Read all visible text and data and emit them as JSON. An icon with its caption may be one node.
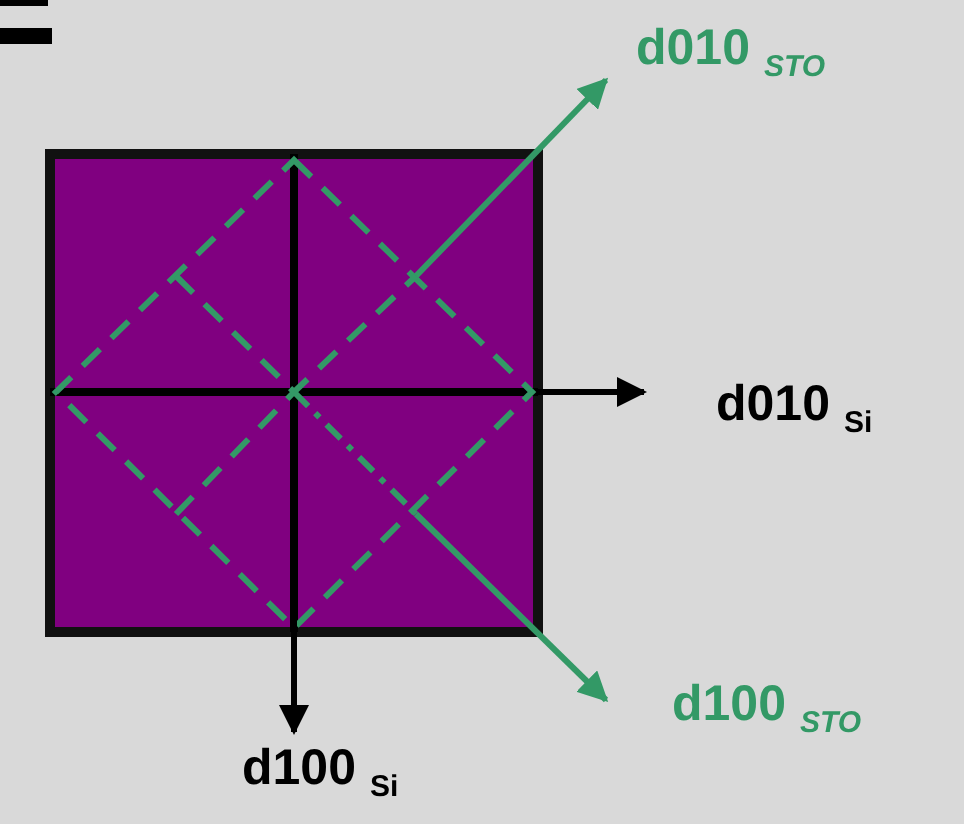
{
  "diagram": {
    "labels": [
      "d010 $_{STO}$",
      "d010 $_{Si}$",
      "d100 $_{STO}$",
      "d100 $_{Si}$"
    ]
  }
}
